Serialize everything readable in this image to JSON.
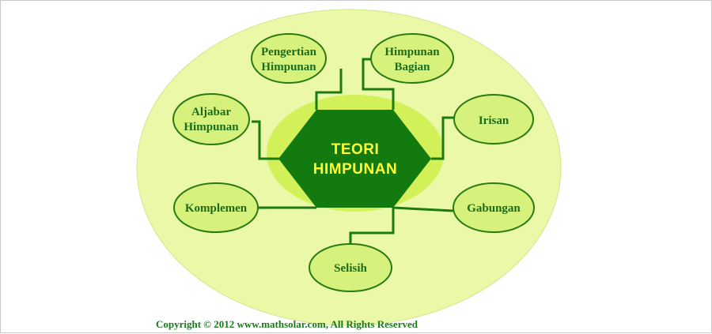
{
  "center": {
    "line1": "TEORI",
    "line2": "HIMPUNAN"
  },
  "nodes": {
    "pengertian": {
      "line1": "Pengertian",
      "line2": "Himpunan"
    },
    "bagian": {
      "line1": "Himpunan",
      "line2": "Bagian"
    },
    "aljabar": {
      "line1": "Aljabar",
      "line2": "Himpunan"
    },
    "irisan": {
      "line1": "Irisan"
    },
    "komplemen": {
      "line1": "Komplemen"
    },
    "gabungan": {
      "line1": "Gabungan"
    },
    "selisih": {
      "line1": "Selisih"
    }
  },
  "colors": {
    "outer_ellipse": "#eaf8a8",
    "node_fill": "#d6f27c",
    "node_stroke": "#2a7a12",
    "center_glow": "#d2f058",
    "hexagon": "#137a0f",
    "connector": "#1c7a12",
    "center_text": "#ffff33",
    "node_text": "#1a6b1a",
    "copyright_text": "#1a7a1a"
  },
  "footer": {
    "copyright": "Copyright © 2012 www.mathsolar.com, All Rights Reserved"
  }
}
